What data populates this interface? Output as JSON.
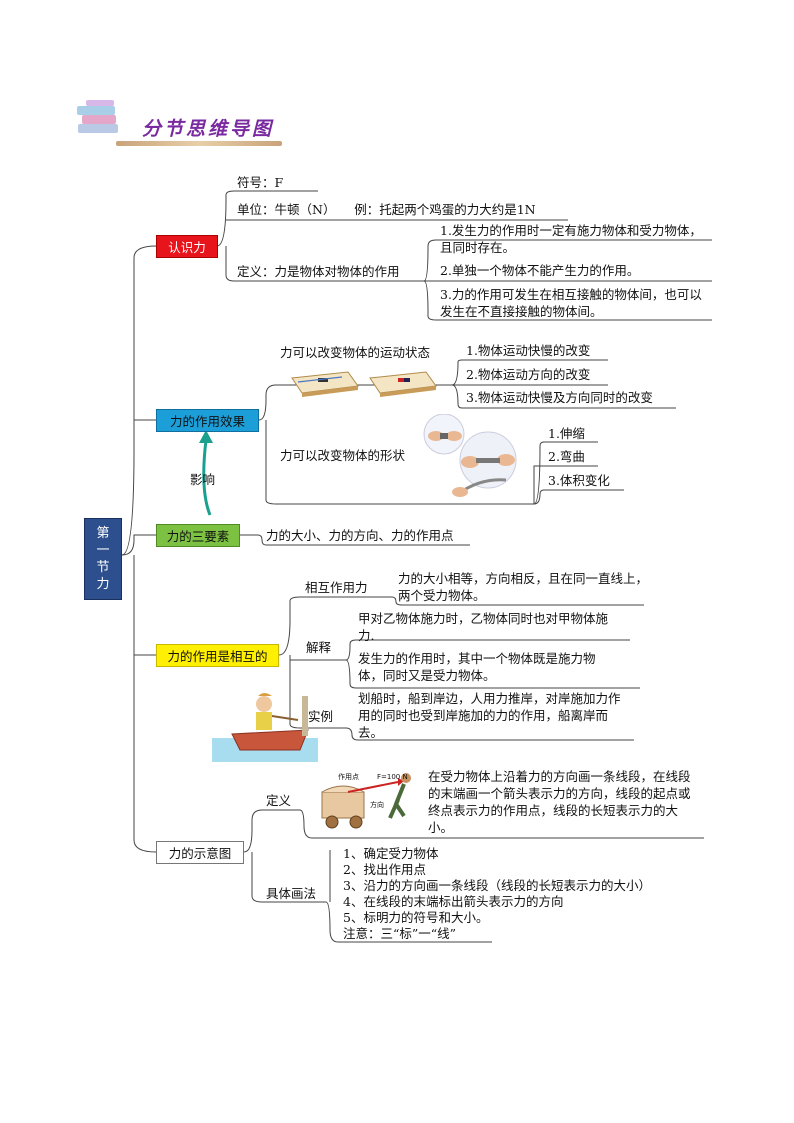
{
  "header": {
    "title": "分节思维导图"
  },
  "root": {
    "label_chars": [
      "第",
      "一",
      "节",
      "力"
    ]
  },
  "branch1": {
    "label": "认识力",
    "symbol": "符号：F",
    "unit": "单位：牛顿（N）　　例：托起两个鸡蛋的力大约是1N",
    "definition": "定义：力是物体对物体的作用",
    "points": [
      "1.发生力的作用时一定有施力物体和受力物体，且同时存在。",
      "2.单独一个物体不能产生力的作用。",
      "3.力的作用可发生在相互接触的物体间，也可以发生在不直接接触的物体间。"
    ]
  },
  "branch2": {
    "label": "力的作用效果",
    "motion": "力可以改变物体的运动状态",
    "motion_items": [
      "1.物体运动快慢的改变",
      "2.物体运动方向的改变",
      "3.物体运动快慢及方向同时的改变"
    ],
    "shape": "力可以改变物体的形状",
    "shape_items": [
      "1.伸缩",
      "2.弯曲",
      "3.体积变化"
    ],
    "influence": "影响"
  },
  "branch3": {
    "label": "力的三要素",
    "content": "力的大小、力的方向、力的作用点"
  },
  "branch4": {
    "label": "力的作用是相互的",
    "mutual_label": "相互作用力",
    "mutual_text": "力的大小相等，方向相反，且在同一直线上，两个受力物体。",
    "explain_label": "解释",
    "explain_1": "甲对乙物体施力时，乙物体同时也对甲物体施力.",
    "explain_2": "发生力的作用时，其中一个物体既是施力物体，同时又是受力物体。",
    "example_label": "实例",
    "example_text": "划船时，船到岸边，人用力推岸，对岸施加力作用的同时也受到岸施加的力的作用，船离岸而去。"
  },
  "branch5": {
    "label": "力的示意图",
    "def_label": "定义",
    "def_text": "在受力物体上沿着力的方向画一条线段，在线段的末端画一个箭头表示力的方向，线段的起点或终点表示力的作用点，线段的长短表示力的大小。",
    "img_labels": {
      "point": "作用点",
      "force": "F=100 N",
      "dir": "方向"
    },
    "method_label": "具体画法",
    "steps": [
      "1、确定受力物体",
      "2、找出作用点",
      "3、沿力的方向画一条线段（线段的长短表示力的大小）",
      "4、在线段的末端标出箭头表示力的方向",
      "5、标明力的符号和大小。",
      "注意：三“标”一“线”"
    ]
  },
  "colors": {
    "root_bg": "#2e4f8e",
    "b1": "#e8141b",
    "b2": "#1c9fd8",
    "b3": "#7cc142",
    "b4": "#ffef00",
    "b5": "#ffffff",
    "influence_arrow": "#1aa08f"
  }
}
